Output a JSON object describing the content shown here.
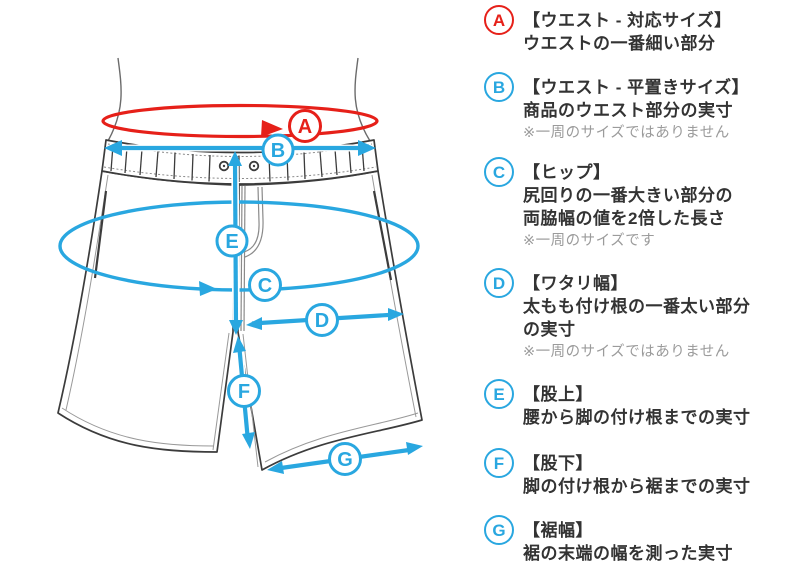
{
  "colors": {
    "accent_red": "#e62019",
    "accent_blue": "#29a7e0",
    "sketch_line": "#3c3c3c",
    "text": "#333333",
    "note_gray": "#9b9b9b"
  },
  "legend": {
    "items": [
      {
        "letter": "A",
        "color": "red",
        "title": "【ウエスト - 対応サイズ】",
        "lines": [
          "ウエストの一番細い部分"
        ]
      },
      {
        "letter": "B",
        "color": "blue",
        "title": "【ウエスト - 平置きサイズ】",
        "lines": [
          "商品のウエスト部分の実寸"
        ],
        "note": "※一周のサイズではありません"
      },
      {
        "letter": "C",
        "color": "blue",
        "title": "【ヒップ】",
        "lines": [
          "尻回りの一番大きい部分の",
          "両脇幅の値を2倍した長さ"
        ],
        "note": "※一周のサイズです"
      },
      {
        "letter": "D",
        "color": "blue",
        "title": "【ワタリ幅】",
        "lines": [
          "太もも付け根の一番太い部分",
          "の実寸"
        ],
        "note": "※一周のサイズではありません"
      },
      {
        "letter": "E",
        "color": "blue",
        "title": "【股上】",
        "lines": [
          "腰から脚の付け根までの実寸"
        ]
      },
      {
        "letter": "F",
        "color": "blue",
        "title": "【股下】",
        "lines": [
          "脚の付け根から裾までの実寸"
        ]
      },
      {
        "letter": "G",
        "color": "blue",
        "title": "【裾幅】",
        "lines": [
          "裾の末端の幅を測った実寸"
        ]
      }
    ]
  }
}
